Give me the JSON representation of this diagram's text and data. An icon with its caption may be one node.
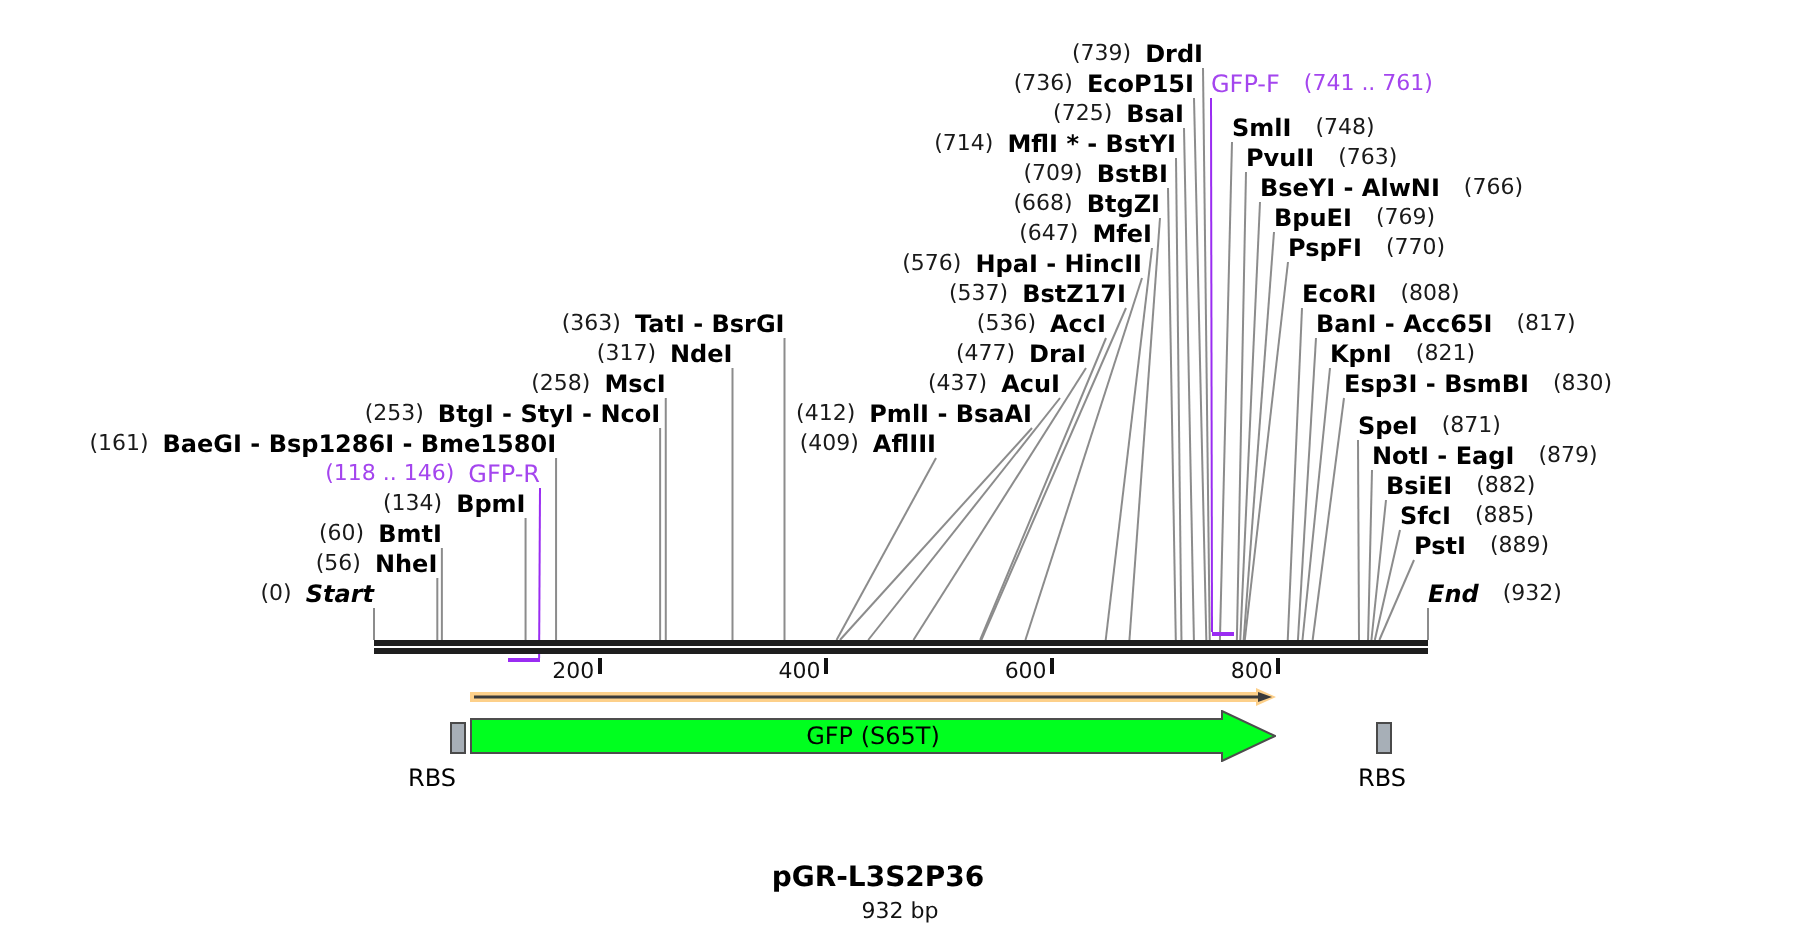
{
  "diagram": {
    "title": "pGR-L3S2P36",
    "caption": "932 bp",
    "nodes": [
      {
        "text": [
          "(0)",
          "Start"
        ]
      },
      {
        "text": [
          "(56)",
          "NheI"
        ]
      },
      {
        "text": [
          "(60)",
          "BmtI"
        ]
      },
      {
        "text": [
          "(118 .. 146)",
          "GFP-R"
        ]
      },
      {
        "text": [
          "(134)",
          "BpmI"
        ]
      },
      {
        "text": [
          "(161)",
          "BaeGI - Bsp1286I - Bme1580I"
        ]
      },
      {
        "text": [
          "(253)",
          "BtgI - StyI - NcoI"
        ]
      },
      {
        "text": [
          "(258)",
          "MscI"
        ]
      },
      {
        "text": [
          "(317)",
          "NdeI"
        ]
      },
      {
        "text": [
          "(363)",
          "TatI - BsrGI"
        ]
      },
      {
        "text": [
          "(409)",
          "AflIII"
        ]
      },
      {
        "text": [
          "(412)",
          "PmlI - BsaAI"
        ]
      },
      {
        "text": [
          "(437)",
          "AcuI"
        ]
      },
      {
        "text": [
          "(477)",
          "DraI"
        ]
      },
      {
        "text": [
          "(536)",
          "AccI"
        ]
      },
      {
        "text": [
          "(537)",
          "BstZ17I"
        ]
      },
      {
        "text": [
          "(576)",
          "HpaI - HincII"
        ]
      },
      {
        "text": [
          "(647)",
          "MfeI"
        ]
      },
      {
        "text": [
          "(668)",
          "BtgZI"
        ]
      },
      {
        "text": [
          "(709)",
          "BstBI"
        ]
      },
      {
        "text": [
          "(714)",
          "MflI * - BstYI"
        ]
      },
      {
        "text": [
          "(725)",
          "BsaI"
        ]
      },
      {
        "text": [
          "(736)",
          "EcoP15I"
        ]
      },
      {
        "text": [
          "(739)",
          "DrdI"
        ]
      },
      {
        "text": [
          "GFP-F",
          "(741 .. 761)"
        ]
      },
      {
        "text": [
          "SmlI",
          "(748)"
        ]
      },
      {
        "text": [
          "PvuII",
          "(763)"
        ]
      },
      {
        "text": [
          "BseYI - AlwNI",
          "(766)"
        ]
      },
      {
        "text": [
          "BpuEI",
          "(769)"
        ]
      },
      {
        "text": [
          "PspFI",
          "(770)"
        ]
      },
      {
        "text": [
          "EcoRI",
          "(808)"
        ]
      },
      {
        "text": [
          "BanI - Acc65I",
          "(817)"
        ]
      },
      {
        "text": [
          "KpnI",
          "(821)"
        ]
      },
      {
        "text": [
          "Esp3I - BsmBI",
          "(830)"
        ]
      },
      {
        "text": [
          "SpeI",
          "(871)"
        ]
      },
      {
        "text": [
          "NotI - EagI",
          "(879)"
        ]
      },
      {
        "text": [
          "BsiEI",
          "(882)"
        ]
      },
      {
        "text": [
          "SfcI",
          "(885)"
        ]
      },
      {
        "text": [
          "PstI",
          "(889)"
        ]
      },
      {
        "text": [
          "End",
          "(932)"
        ]
      },
      {
        "text": [],
        "shape": "bar"
      },
      {
        "text": [],
        "shape": "bar"
      },
      {
        "text": [],
        "shape": "bar"
      },
      {
        "text": [],
        "shape": "arrow"
      },
      {
        "text": [],
        "shape": "box",
        "beside": [
          "RBS"
        ]
      },
      {
        "text": [
          "GFP (S65T)"
        ]
      },
      {
        "text": [],
        "shape": "box",
        "beside": [
          "RBS"
        ]
      }
    ],
    "edges": [
      {
        "from": 0,
        "to": 40,
        "arrow": "none"
      },
      {
        "from": 1,
        "to": 40,
        "arrow": "none"
      },
      {
        "from": 2,
        "to": 40,
        "arrow": "none"
      },
      {
        "from": 3,
        "to": 41,
        "arrow": "none",
        "color": "#9a2cf2"
      },
      {
        "from": 4,
        "to": 40,
        "arrow": "none"
      },
      {
        "from": 5,
        "to": 40,
        "arrow": "none"
      },
      {
        "from": 6,
        "to": 40,
        "arrow": "none"
      },
      {
        "from": 7,
        "to": 40,
        "arrow": "none"
      },
      {
        "from": 8,
        "to": 40,
        "arrow": "none"
      },
      {
        "from": 9,
        "to": 40,
        "arrow": "none"
      },
      {
        "from": 10,
        "to": 40,
        "arrow": "none"
      },
      {
        "from": 11,
        "to": 40,
        "arrow": "none"
      },
      {
        "from": 12,
        "to": 40,
        "arrow": "none"
      },
      {
        "from": 13,
        "to": 40,
        "arrow": "none"
      },
      {
        "from": 14,
        "to": 40,
        "arrow": "none"
      },
      {
        "from": 15,
        "to": 40,
        "arrow": "none"
      },
      {
        "from": 16,
        "to": 40,
        "arrow": "none"
      },
      {
        "from": 17,
        "to": 40,
        "arrow": "none"
      },
      {
        "from": 18,
        "to": 40,
        "arrow": "none"
      },
      {
        "from": 19,
        "to": 40,
        "arrow": "none"
      },
      {
        "from": 20,
        "to": 40,
        "arrow": "none"
      },
      {
        "from": 21,
        "to": 40,
        "arrow": "none"
      },
      {
        "from": 22,
        "to": 40,
        "arrow": "none"
      },
      {
        "from": 23,
        "to": 40,
        "arrow": "none"
      },
      {
        "from": 24,
        "to": 42,
        "arrow": "none",
        "color": "#9a2cf2"
      },
      {
        "from": 25,
        "to": 40,
        "arrow": "none"
      },
      {
        "from": 26,
        "to": 40,
        "arrow": "none"
      },
      {
        "from": 27,
        "to": 40,
        "arrow": "none"
      },
      {
        "from": 28,
        "to": 40,
        "arrow": "none"
      },
      {
        "from": 29,
        "to": 40,
        "arrow": "none"
      },
      {
        "from": 30,
        "to": 40,
        "arrow": "none"
      },
      {
        "from": 31,
        "to": 40,
        "arrow": "none"
      },
      {
        "from": 32,
        "to": 40,
        "arrow": "none"
      },
      {
        "from": 33,
        "to": 40,
        "arrow": "none"
      },
      {
        "from": 34,
        "to": 40,
        "arrow": "none"
      },
      {
        "from": 35,
        "to": 40,
        "arrow": "none"
      },
      {
        "from": 36,
        "to": 40,
        "arrow": "none"
      },
      {
        "from": 37,
        "to": 40,
        "arrow": "none"
      },
      {
        "from": 38,
        "to": 40,
        "arrow": "none"
      },
      {
        "from": 39,
        "to": 40,
        "arrow": "none"
      }
    ],
    "labels": [
      "200",
      "400",
      "600",
      "800"
    ]
  }
}
